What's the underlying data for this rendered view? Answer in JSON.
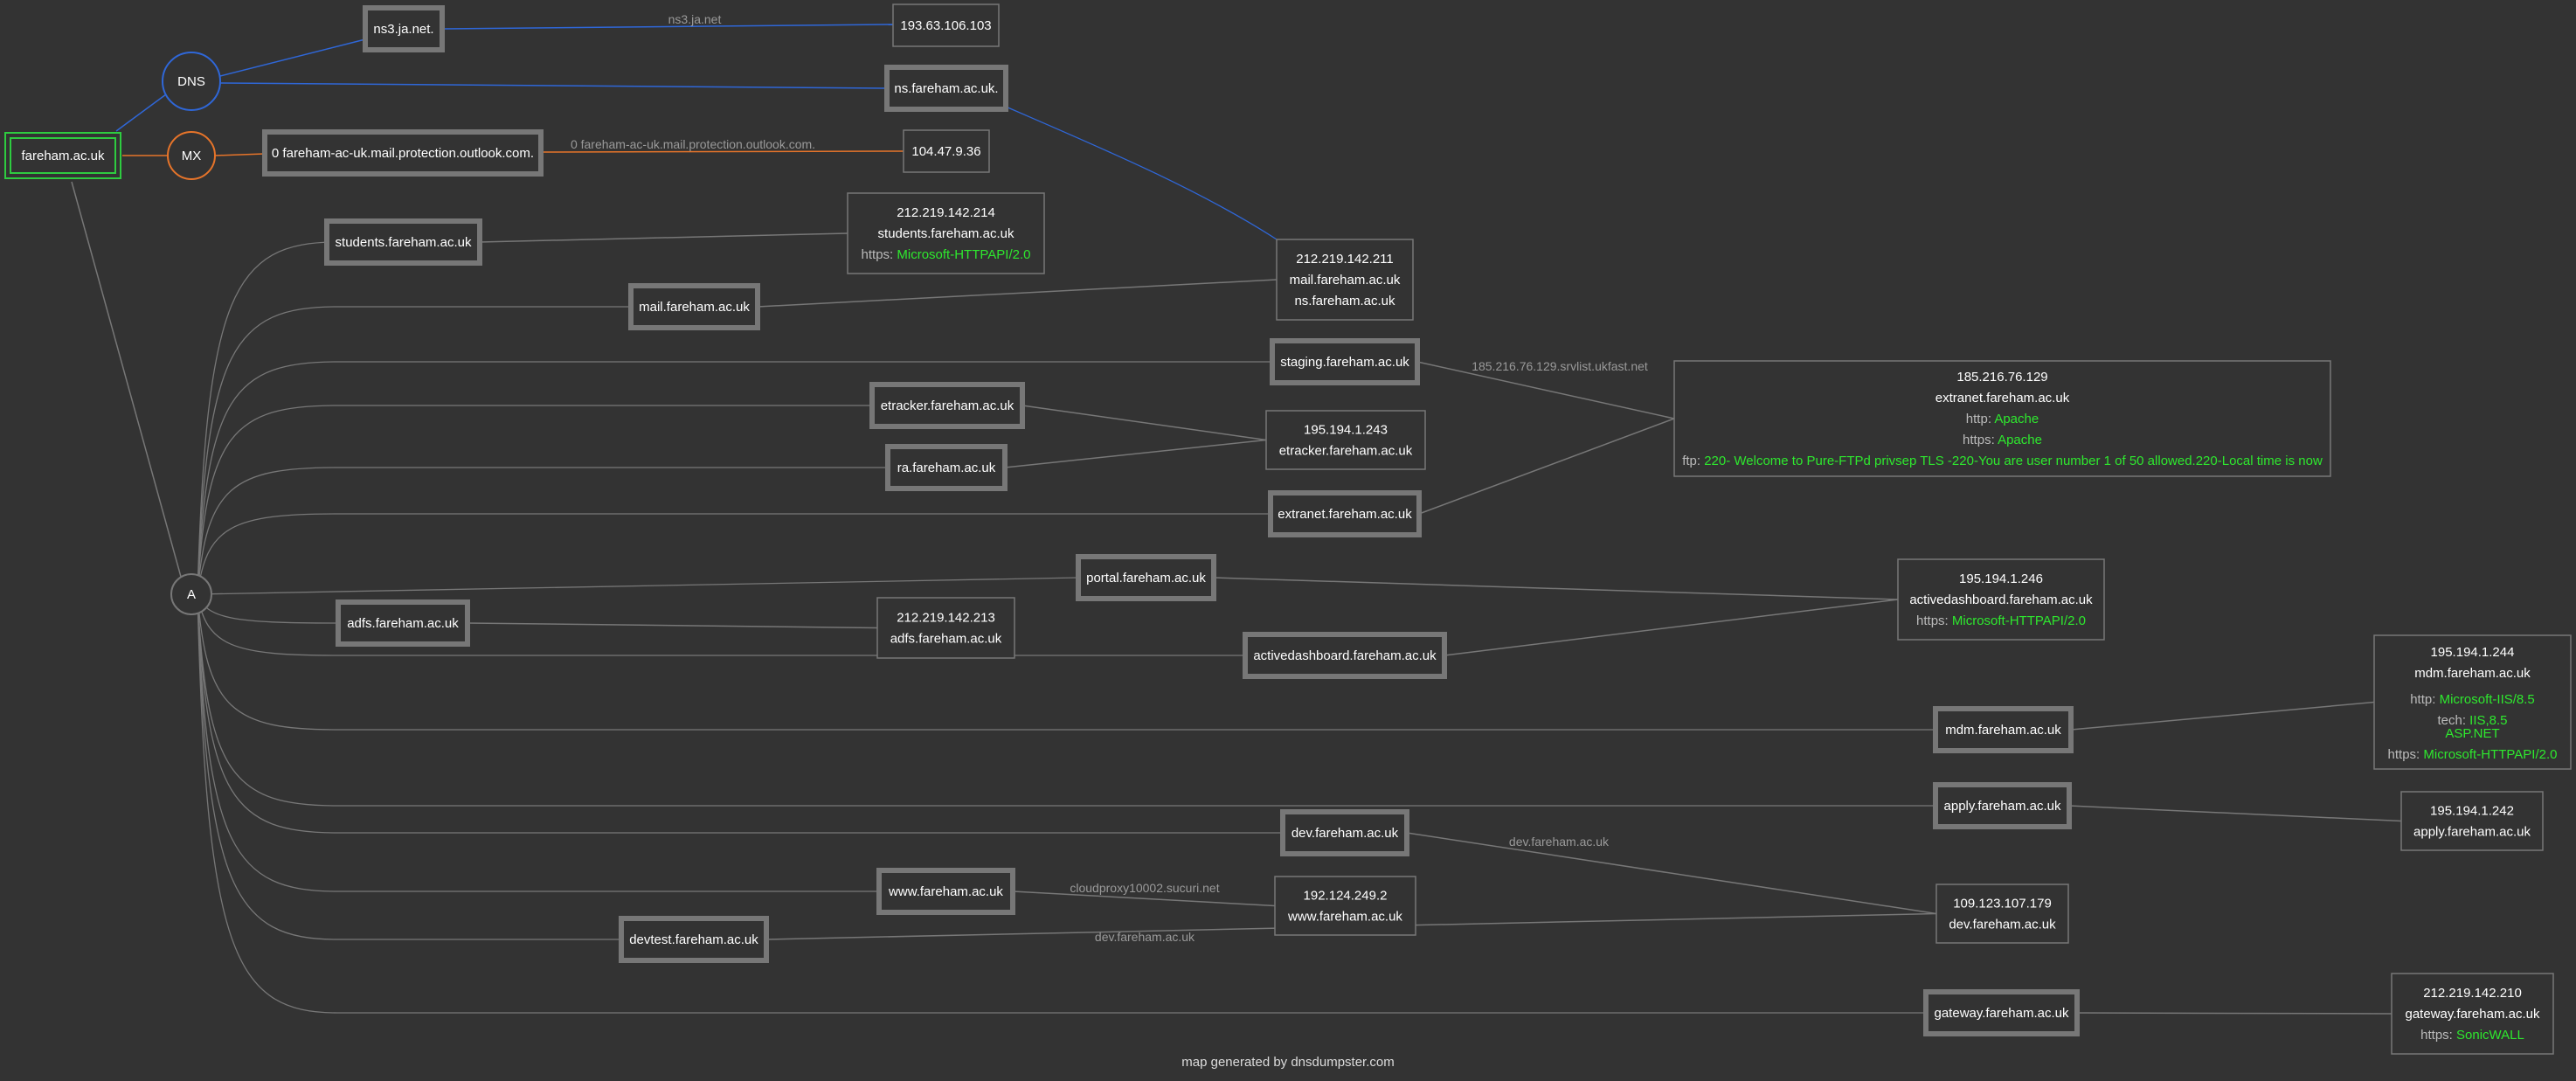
{
  "colors": {
    "background": "#333333",
    "node_border": "#777777",
    "edge": "#777777",
    "dns_edge": "#2f67d8",
    "mx_edge": "#e6742a",
    "root_border": "#2ecc40",
    "green_text": "#2ee82e",
    "label_text": "#bbbbbb",
    "edge_label": "#9a9a9a"
  },
  "root": {
    "label": "fareham.ac.uk"
  },
  "hubs": {
    "dns": "DNS",
    "mx": "MX",
    "a": "A"
  },
  "nameservers": [
    {
      "id": "ns3",
      "label": "ns3.ja.net.",
      "ip": "193.63.106.103",
      "edge_label": "ns3.ja.net"
    },
    {
      "id": "ns",
      "label": "ns.fareham.ac.uk."
    }
  ],
  "mx_records": [
    {
      "label": "0 fareham-ac-uk.mail.protection.outlook.com.",
      "ip": "104.47.9.36",
      "edge_label": "0 fareham-ac-uk.mail.protection.outlook.com."
    }
  ],
  "hosts": [
    {
      "id": "students",
      "label": "students.fareham.ac.uk"
    },
    {
      "id": "mail",
      "label": "mail.fareham.ac.uk"
    },
    {
      "id": "staging",
      "label": "staging.fareham.ac.uk",
      "edge_label": "185.216.76.129.srvlist.ukfast.net"
    },
    {
      "id": "etracker",
      "label": "etracker.fareham.ac.uk"
    },
    {
      "id": "ra",
      "label": "ra.fareham.ac.uk"
    },
    {
      "id": "extranet",
      "label": "extranet.fareham.ac.uk"
    },
    {
      "id": "portal",
      "label": "portal.fareham.ac.uk"
    },
    {
      "id": "adfs",
      "label": "adfs.fareham.ac.uk"
    },
    {
      "id": "activedashboard",
      "label": "activedashboard.fareham.ac.uk"
    },
    {
      "id": "mdm",
      "label": "mdm.fareham.ac.uk"
    },
    {
      "id": "apply",
      "label": "apply.fareham.ac.uk"
    },
    {
      "id": "dev",
      "label": "dev.fareham.ac.uk",
      "edge_label": "dev.fareham.ac.uk"
    },
    {
      "id": "www",
      "label": "www.fareham.ac.uk",
      "edge_label": "cloudproxy10002.sucuri.net"
    },
    {
      "id": "devtest",
      "label": "devtest.fareham.ac.uk",
      "edge_label": "dev.fareham.ac.uk"
    },
    {
      "id": "gateway",
      "label": "gateway.fareham.ac.uk"
    }
  ],
  "ip_boxes": [
    {
      "id": "ip_students",
      "lines": [
        {
          "text": "212.219.142.214"
        },
        {
          "text": "students.fareham.ac.uk"
        },
        {
          "key": "https:",
          "value": "Microsoft-HTTPAPI/2.0"
        }
      ]
    },
    {
      "id": "ip_mail",
      "lines": [
        {
          "text": "212.219.142.211"
        },
        {
          "text": "mail.fareham.ac.uk"
        },
        {
          "text": "ns.fareham.ac.uk"
        }
      ]
    },
    {
      "id": "ip_extranet",
      "lines": [
        {
          "text": "185.216.76.129"
        },
        {
          "text": "extranet.fareham.ac.uk"
        },
        {
          "key": "http:",
          "value": "Apache"
        },
        {
          "key": "https:",
          "value": "Apache"
        },
        {
          "key": "ftp:",
          "value": "220- Welcome to Pure-FTPd privsep TLS -220-You are user number 1 of 50 allowed.220-Local time is now"
        }
      ]
    },
    {
      "id": "ip_etracker",
      "lines": [
        {
          "text": "195.194.1.243"
        },
        {
          "text": "etracker.fareham.ac.uk"
        }
      ]
    },
    {
      "id": "ip_activedashboard",
      "lines": [
        {
          "text": "195.194.1.246"
        },
        {
          "text": "activedashboard.fareham.ac.uk"
        },
        {
          "key": "https:",
          "value": "Microsoft-HTTPAPI/2.0"
        }
      ]
    },
    {
      "id": "ip_adfs",
      "lines": [
        {
          "text": "212.219.142.213"
        },
        {
          "text": "adfs.fareham.ac.uk"
        }
      ]
    },
    {
      "id": "ip_mdm",
      "lines": [
        {
          "text": "195.194.1.244"
        },
        {
          "text": "mdm.fareham.ac.uk"
        },
        {
          "key": "http:",
          "value": "Microsoft-IIS/8.5"
        },
        {
          "key": "tech:",
          "value": "IIS,8.5"
        },
        {
          "key": "",
          "value": "ASP.NET"
        },
        {
          "key": "https:",
          "value": "Microsoft-HTTPAPI/2.0"
        }
      ]
    },
    {
      "id": "ip_apply",
      "lines": [
        {
          "text": "195.194.1.242"
        },
        {
          "text": "apply.fareham.ac.uk"
        }
      ]
    },
    {
      "id": "ip_dev",
      "lines": [
        {
          "text": "109.123.107.179"
        },
        {
          "text": "dev.fareham.ac.uk"
        }
      ]
    },
    {
      "id": "ip_www",
      "lines": [
        {
          "text": "192.124.249.2"
        },
        {
          "text": "www.fareham.ac.uk"
        }
      ]
    },
    {
      "id": "ip_gateway",
      "lines": [
        {
          "text": "212.219.142.210"
        },
        {
          "text": "gateway.fareham.ac.uk"
        },
        {
          "key": "https:",
          "value": "SonicWALL"
        }
      ]
    }
  ],
  "footer": "map generated by dnsdumpster.com"
}
